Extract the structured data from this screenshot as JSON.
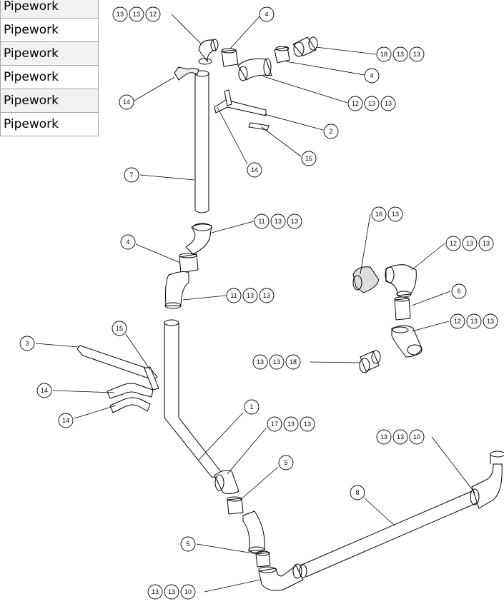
{
  "table_rows": [
    "Pipework",
    "Pipework",
    "Pipework",
    "Pipework",
    "Pipework",
    "Pipework"
  ],
  "balloons": {
    "b13_13_12_top": [
      "13",
      "13",
      "12"
    ],
    "b4_top": [
      "4"
    ],
    "b18_13_13": [
      "18",
      "13",
      "13"
    ],
    "b4_right": [
      "4"
    ],
    "b12_13_13_a": [
      "12",
      "13",
      "13"
    ],
    "b14_upper": [
      "14"
    ],
    "b2": [
      "2"
    ],
    "b15_upper": [
      "15"
    ],
    "b14_mid": [
      "14"
    ],
    "b7": [
      "7"
    ],
    "b11_13_13_a": [
      "11",
      "13",
      "13"
    ],
    "b4_left": [
      "4"
    ],
    "b11_13_13_b": [
      "11",
      "13",
      "13"
    ],
    "b16_13": [
      "16",
      "13"
    ],
    "b12_13_13_b": [
      "12",
      "13",
      "13"
    ],
    "b6": [
      "6"
    ],
    "b12_13_13_c": [
      "12",
      "13",
      "13"
    ],
    "b15_lower": [
      "15"
    ],
    "b3": [
      "3"
    ],
    "b13_13_18": [
      "13",
      "13",
      "18"
    ],
    "b14_lower_a": [
      "14"
    ],
    "b14_lower_b": [
      "14"
    ],
    "b1": [
      "1"
    ],
    "b17_13_13": [
      "17",
      "13",
      "13"
    ],
    "b5_right": [
      "5"
    ],
    "b13_13_10_right": [
      "13",
      "13",
      "10"
    ],
    "b8": [
      "8"
    ],
    "b5_low": [
      "5"
    ],
    "b13_13_10_bottom": [
      "13",
      "13",
      "10"
    ]
  }
}
